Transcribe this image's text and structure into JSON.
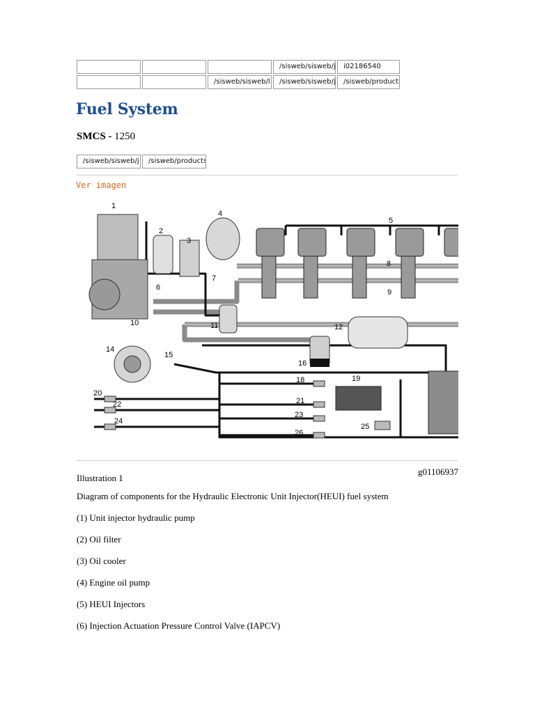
{
  "header_table": {
    "row1": [
      "",
      "",
      "",
      "/sisweb/sisweb/j",
      "i02186540"
    ],
    "row2": [
      "",
      "",
      "/sisweb/sisweb/l",
      "/sisweb/sisweb/j",
      "/sisweb/products"
    ]
  },
  "title": "Fuel System",
  "smcs_label": "SMCS -",
  "smcs_value": "1250",
  "sub_table": [
    "/sisweb/sisweb/j",
    "/sisweb/products"
  ],
  "ver_imagen": "Ver imagen",
  "diagram_labels": [
    "1",
    "2",
    "3",
    "4",
    "5",
    "6",
    "7",
    "8",
    "9",
    "10",
    "11",
    "12",
    "14",
    "15",
    "16",
    "18",
    "19",
    "20",
    "21",
    "22",
    "23",
    "24",
    "25",
    "26"
  ],
  "illustration": "Illustration 1",
  "graphic_id": "g01106937",
  "description": "Diagram of components for the Hydraulic Electronic Unit Injector(HEUI) fuel system",
  "items": [
    "(1) Unit injector hydraulic pump",
    "(2) Oil filter",
    "(3) Oil cooler",
    "(4) Engine oil pump",
    "(5) HEUI Injectors",
    "(6) Injection Actuation Pressure Control Valve (IAPCV)"
  ]
}
